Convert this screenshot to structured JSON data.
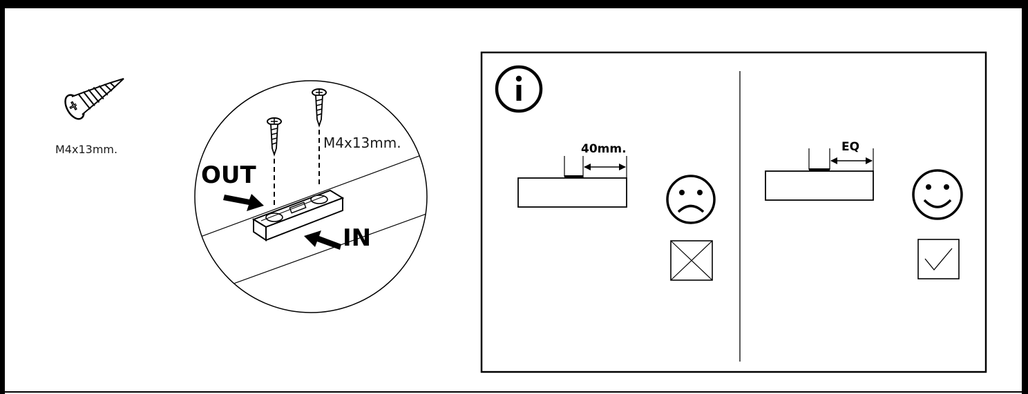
{
  "screw_label": "M4x13mm.",
  "screw_callout": "M4x13mm.",
  "out_label": "OUT",
  "in_label": "IN",
  "wrong_case": {
    "measure_label": "40mm.",
    "verdict": "wrong"
  },
  "right_case": {
    "measure_label": "EQ",
    "verdict": "correct"
  },
  "colors": {
    "ink": "#000000",
    "paper": "#ffffff"
  }
}
